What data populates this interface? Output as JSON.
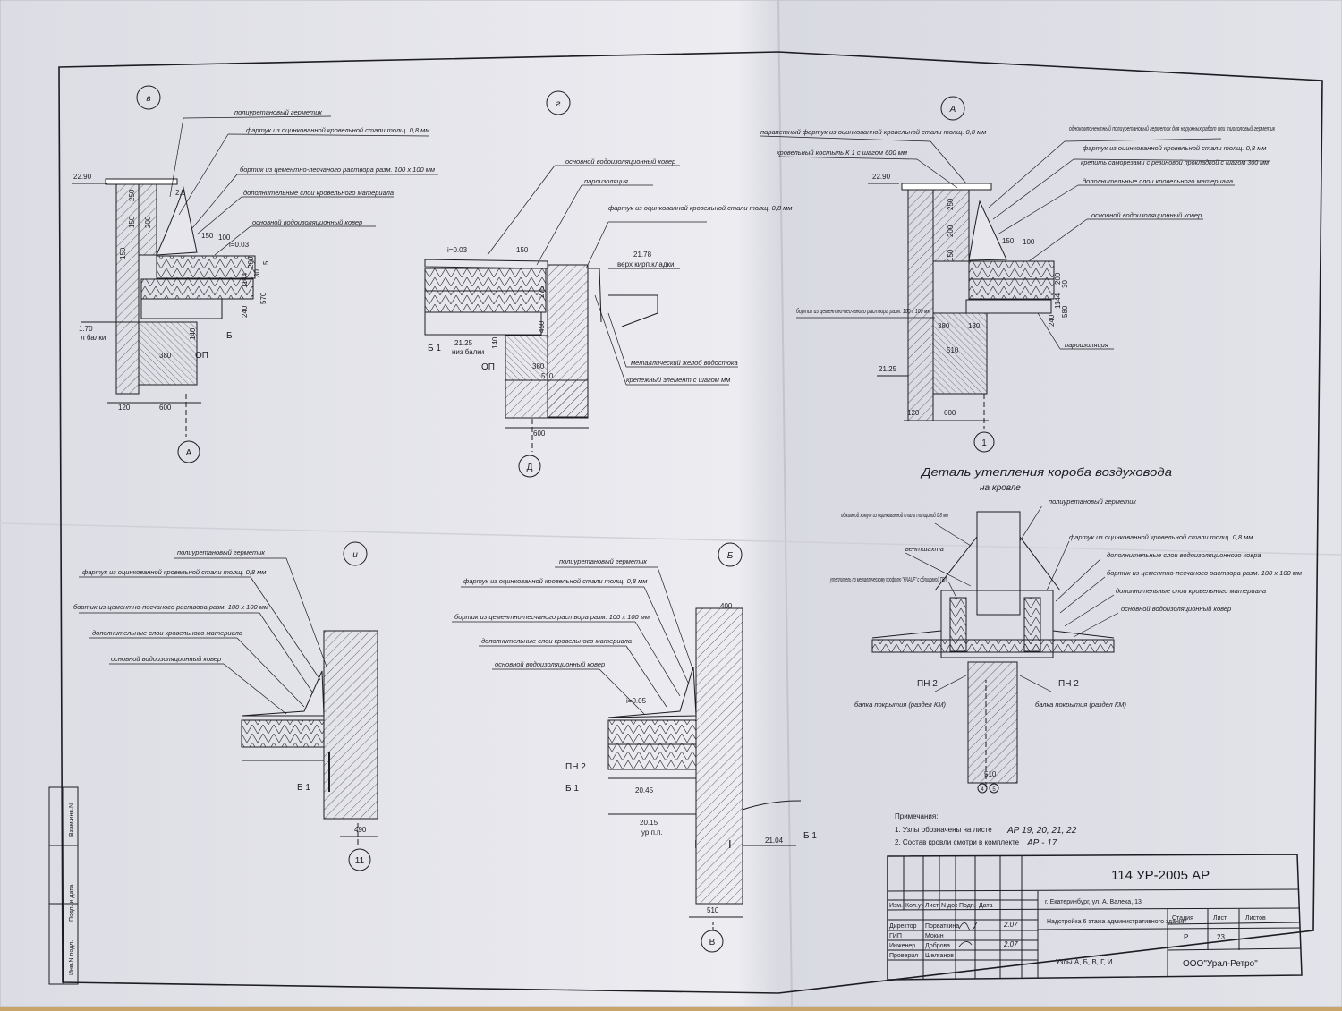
{
  "colors": {
    "paper": "#e6e6ec",
    "ink": "#1c1c22",
    "table": "#c9a46a",
    "fold": "#cfd0d8"
  },
  "node_v": {
    "callout": "в",
    "axis": "А",
    "level_top": "22.90",
    "level_beam": "1.70",
    "beam": "л балки",
    "beam_mark": "Б",
    "support": "ОП",
    "dims": [
      "250",
      "150",
      "200",
      "150",
      "2,5",
      "150",
      "100",
      "i=0.03",
      "200",
      "30",
      "570",
      "240",
      "140",
      "380",
      "120",
      "600",
      "5",
      "1144"
    ],
    "labels": [
      "полиуретановый герметик",
      "фартук из оцинкованной кровельной стали толщ. 0,8 мм",
      "бортик из цементно-песчаного раствора разм. 100 х 100 мм",
      "дополнительные слои кровельного материала",
      "основной водоизоляционный ковер"
    ]
  },
  "node_g": {
    "callout": "г",
    "axis": "Д",
    "level_top": "21.78",
    "level_top_note": "верх кирп.кладки",
    "level_beam": "21.25",
    "level_beam_note": "низ балки",
    "beam_mark": "Б 1",
    "support": "ОП",
    "slope": "i=0.03",
    "dims": [
      "150",
      "275",
      "450",
      "140",
      "380",
      "510",
      "600"
    ],
    "labels": [
      "основной водоизоляционный ковер",
      "пароизоляция",
      "фартук из оцинкованной кровельной стали толщ. 0,8 мм",
      "металлический желоб водостока",
      "крепежный элемент с шагом мм"
    ]
  },
  "node_a": {
    "callout": "А",
    "axis": "1",
    "level_top": "22.90",
    "level_bottom": "21.25",
    "dims": [
      "250",
      "200",
      "150",
      "150",
      "100",
      "200",
      "30",
      "580",
      "1144",
      "240",
      "380",
      "130",
      "510",
      "120",
      "600"
    ],
    "labels": [
      "парапетный фартук из оцинкованной кровельной стали толщ. 0,8 мм",
      "кровельный костыль К 1 с шагом 600 мм",
      "однокомпонентный полиуретановый герметик для наружных работ или тиоколовый герметик",
      "фартук из оцинкованной кровельной стали толщ. 0,8 мм",
      "крепить саморезами с резиновой прокладкой с шагом 300 мм",
      "дополнительные слои кровельного материала",
      "основной водоизоляционный ковер",
      "бортик из цементно-песчаного раствора разм. 100 х 100 мм",
      "пароизоляция"
    ]
  },
  "node_duct": {
    "title_line1": "Деталь утепления короба воздуховода",
    "title_line2": "на кровле",
    "marks": [
      "ПН 2",
      "ПН 2"
    ],
    "beams": [
      "балка покрытия (раздел КМ)",
      "балка покрытия (раздел КМ)"
    ],
    "dim": "510",
    "axes": [
      "4",
      "5"
    ],
    "labels": [
      "обжимной хомут из оцинкованной стали толщиной 0,8 мм",
      "полиуретановый герметик",
      "вентшахта",
      "фартук из оцинкованной кровельной стали толщ. 0,8 мм",
      "утеплитель по металлическому профилю \"KNAUF\" с облицовкой ГВЛ",
      "дополнительные слои водоизоляционного ковра",
      "бортик из цементно-песчаного раствора разм. 100 х 100 мм",
      "дополнительные слои кровельного материала",
      "основной водоизоляционный ковер"
    ]
  },
  "node_i": {
    "callout": "и",
    "axis": "11",
    "beam_mark": "Б 1",
    "dim": "490",
    "labels": [
      "полиуретановый герметик",
      "фартук из оцинкованной кровельной стали толщ. 0,8 мм",
      "бортик из цементно-песчаного раствора разм. 100 х 100 мм",
      "дополнительные слои кровельного материала",
      "основной водоизоляционный ковер"
    ]
  },
  "node_b": {
    "callout": "Б",
    "axis": "В",
    "marks": [
      "ПН 2",
      "Б 1",
      "Б 1"
    ],
    "levels": [
      "20.45",
      "20.15",
      "21.04"
    ],
    "level_note": "ур.п.п.",
    "slope": "i=0.05",
    "dims": [
      "400",
      "510"
    ],
    "labels": [
      "полиуретановый герметик",
      "фартук из оцинкованной кровельной стали толщ. 0,8 мм",
      "бортик из цементно-песчаного раствора разм. 100 х 100 мм",
      "дополнительные слои кровельного материала",
      "основной водоизоляционный ковер"
    ]
  },
  "notes": {
    "header": "Примечания:",
    "line1": "1. Узлы обозначены на листе",
    "line1_hw": "АР 19, 20, 21, 22",
    "line2": "2. Состав кровли смотри в комплекте",
    "line2_hw": "АР - 17"
  },
  "margin_stamp": [
    "Инв.N подл.",
    "Подп. и дата",
    "Взам.инв.N"
  ],
  "title_block": {
    "code": "114 УР-2005 АР",
    "address": "г. Екатеринбург, ул. А. Валека, 13",
    "header_cols": [
      "Изм.",
      "Кол.уч",
      "Лист",
      "N док",
      "Подп.",
      "Дата"
    ],
    "roles": [
      "Директор",
      "ГИП",
      "Инженер",
      "Проверил"
    ],
    "names": [
      "Порваткина",
      "Мокин",
      "Доброва",
      "Шелганов"
    ],
    "dates": [
      "2.07",
      "2.07"
    ],
    "project": "Надстройка 6 этажа административного здания",
    "sheet_title": "Узлы А, Б, В, Г, И.",
    "stage_headers": [
      "Стадия",
      "Лист",
      "Листов"
    ],
    "stage": "Р",
    "sheet": "23",
    "sheets": "",
    "company": "ООО\"Урал-Ретро\""
  }
}
